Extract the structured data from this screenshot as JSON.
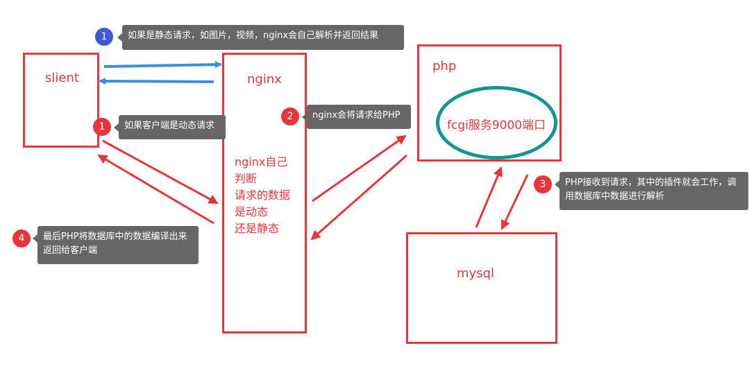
{
  "boxes": {
    "client": "slient",
    "nginx": "nginx",
    "php": "php",
    "fcgi": "fcgi服务9000端口",
    "mysql": "mysql"
  },
  "nginx_decision": [
    "nginx自己",
    "判断",
    "请求的数据",
    "是动态",
    "还是静态"
  ],
  "notes": {
    "static": {
      "badge": "1",
      "text": "如果是静态请求，如图片，视频，nginx会自己解析并返回结果"
    },
    "dynamic": {
      "badge": "1",
      "text": "如果客户端是动态请求"
    },
    "to_php": {
      "badge": "2",
      "text": "nginx会将请求给PHP"
    },
    "php_plugin": {
      "badge": "3",
      "text": "PHP接收到请求，其中的插件就会工作，调用数据库中数据进行解析"
    },
    "return": {
      "badge": "4",
      "text": "最后PHP将数据库中的数据编译出来返回给客户端"
    }
  },
  "colors": {
    "box_border": "#e8353b",
    "blue_arrow": "#3a8ee0",
    "red_arrow": "#e8353b",
    "ellipse": "#14968c",
    "note_bg": "#666666",
    "badge_blue": "#3b5bd6",
    "badge_red": "#e8353b"
  }
}
